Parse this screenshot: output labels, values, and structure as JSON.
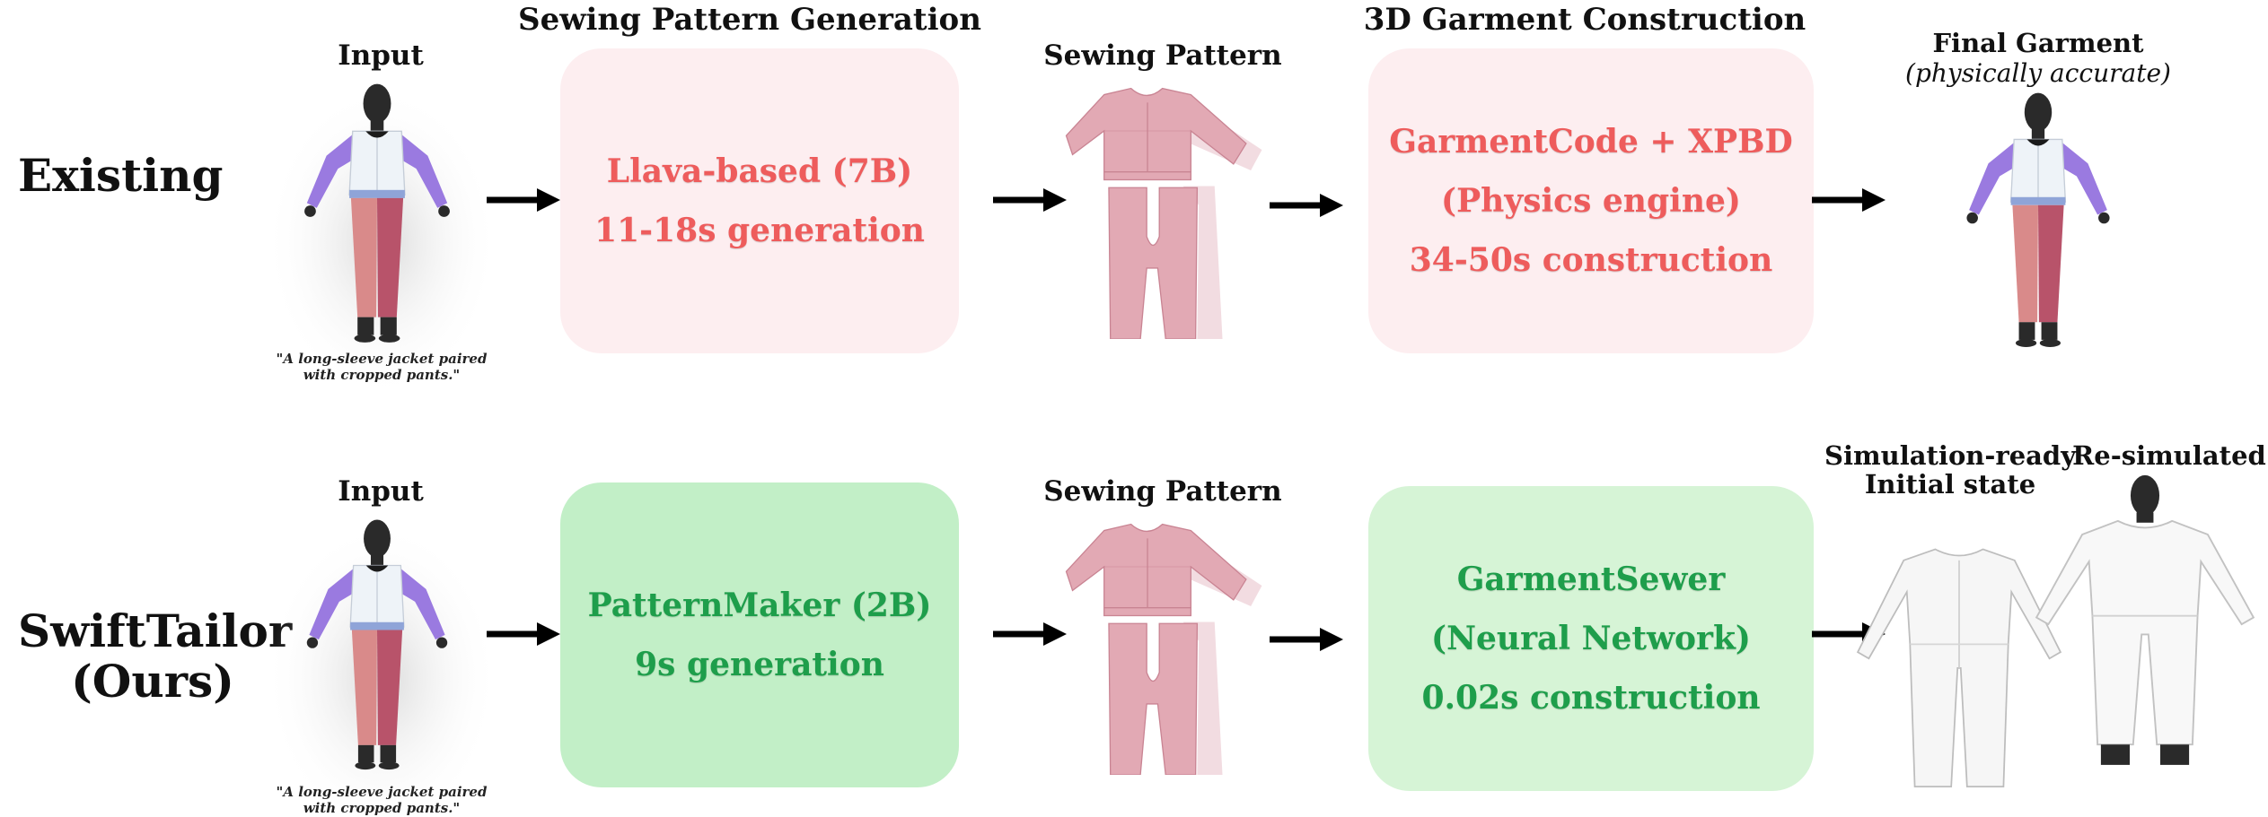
{
  "existing": {
    "row_label": "Existing",
    "input_title": "Input",
    "input_caption_line1": "\"A long-sleeve jacket paired",
    "input_caption_line2": "with cropped pants.\"",
    "stage1_header": "Sewing Pattern Generation",
    "stage1_lines": [
      "Llava-based (7B)",
      "11-18s generation"
    ],
    "pattern_title": "Sewing Pattern",
    "stage2_header": "3D Garment Construction",
    "stage2_lines": [
      "GarmentCode + XPBD",
      "(Physics engine)",
      "34-50s construction"
    ],
    "final_title": "Final Garment",
    "final_subtitle": "(physically accurate)"
  },
  "ours": {
    "row_label_line1": "SwiftTailor",
    "row_label_line2": "(Ours)",
    "input_title": "Input",
    "input_caption_line1": "\"A long-sleeve jacket paired",
    "input_caption_line2": "with cropped pants.\"",
    "stage1_lines": [
      "PatternMaker (2B)",
      "9s generation"
    ],
    "pattern_title": "Sewing Pattern",
    "stage2_lines": [
      "GarmentSewer",
      "(Neural Network)",
      "0.02s construction"
    ],
    "out1_title_line1": "Simulation-ready",
    "out1_title_line2": "Initial state",
    "out2_title": "Re-simulated"
  },
  "colors": {
    "existing_text": "#ee5c5c",
    "existing_box": "#fdeef0",
    "ours_text": "#1e9e4b",
    "ours_box": "#c2efc7",
    "pattern_piece": "#e2a9b4",
    "sleeve": "#9a7ae0",
    "pants": "#c86470"
  },
  "icons": [
    "mannequin-figure",
    "sewing-pattern-pieces",
    "arrow-right"
  ]
}
